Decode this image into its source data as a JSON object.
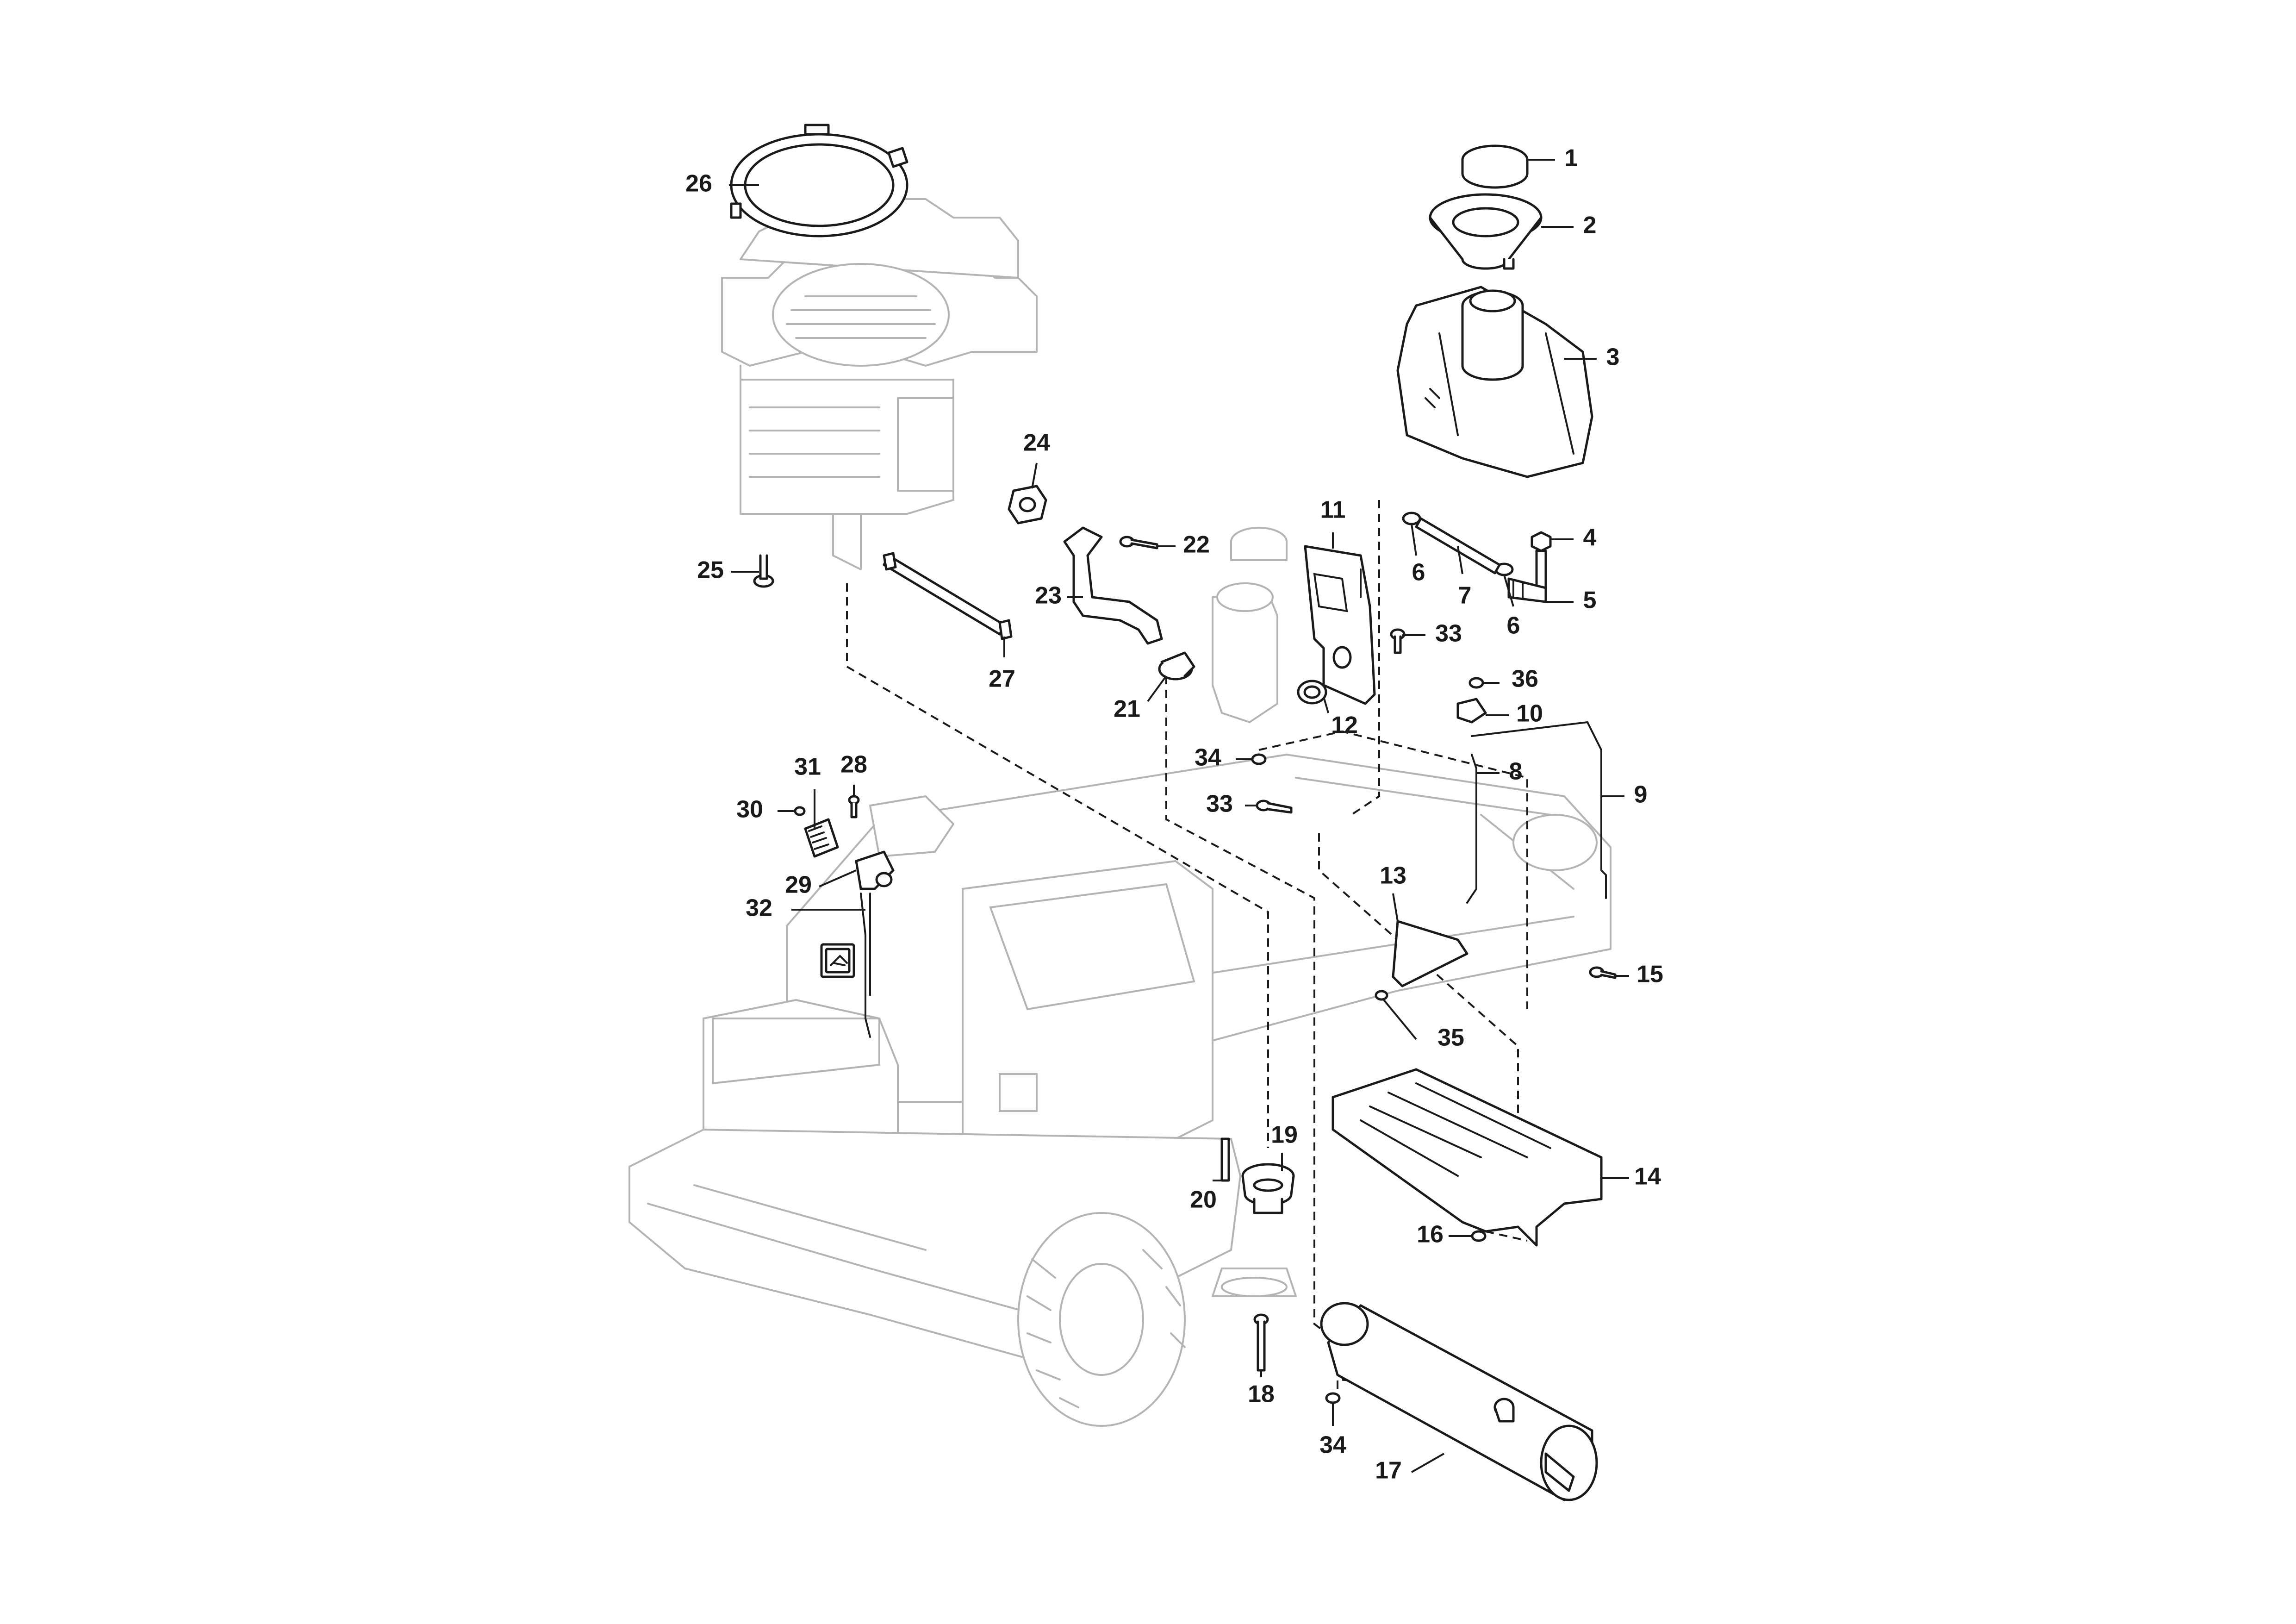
{
  "callouts": [
    {
      "id": "c1",
      "label": "1"
    },
    {
      "id": "c2",
      "label": "2"
    },
    {
      "id": "c3",
      "label": "3"
    },
    {
      "id": "c4",
      "label": "4"
    },
    {
      "id": "c5",
      "label": "5"
    },
    {
      "id": "c6a",
      "label": "6"
    },
    {
      "id": "c6b",
      "label": "6"
    },
    {
      "id": "c7",
      "label": "7"
    },
    {
      "id": "c8",
      "label": "8"
    },
    {
      "id": "c9",
      "label": "9"
    },
    {
      "id": "c10",
      "label": "10"
    },
    {
      "id": "c11",
      "label": "11"
    },
    {
      "id": "c12",
      "label": "12"
    },
    {
      "id": "c13",
      "label": "13"
    },
    {
      "id": "c14",
      "label": "14"
    },
    {
      "id": "c15",
      "label": "15"
    },
    {
      "id": "c16",
      "label": "16"
    },
    {
      "id": "c17",
      "label": "17"
    },
    {
      "id": "c18",
      "label": "18"
    },
    {
      "id": "c19",
      "label": "19"
    },
    {
      "id": "c20",
      "label": "20"
    },
    {
      "id": "c21",
      "label": "21"
    },
    {
      "id": "c22",
      "label": "22"
    },
    {
      "id": "c23",
      "label": "23"
    },
    {
      "id": "c24",
      "label": "24"
    },
    {
      "id": "c25",
      "label": "25"
    },
    {
      "id": "c26",
      "label": "26"
    },
    {
      "id": "c27",
      "label": "27"
    },
    {
      "id": "c28",
      "label": "28"
    },
    {
      "id": "c29",
      "label": "29"
    },
    {
      "id": "c30",
      "label": "30"
    },
    {
      "id": "c31",
      "label": "31"
    },
    {
      "id": "c32",
      "label": "32"
    },
    {
      "id": "c33a",
      "label": "33"
    },
    {
      "id": "c33b",
      "label": "33"
    },
    {
      "id": "c34a",
      "label": "34"
    },
    {
      "id": "c34b",
      "label": "34"
    },
    {
      "id": "c35",
      "label": "35"
    },
    {
      "id": "c36",
      "label": "36"
    }
  ],
  "colors": {
    "line": "#1a1a1a",
    "ghost": "#b4b4b4",
    "background": "#ffffff"
  },
  "icons": [
    "decal-label-icon"
  ]
}
